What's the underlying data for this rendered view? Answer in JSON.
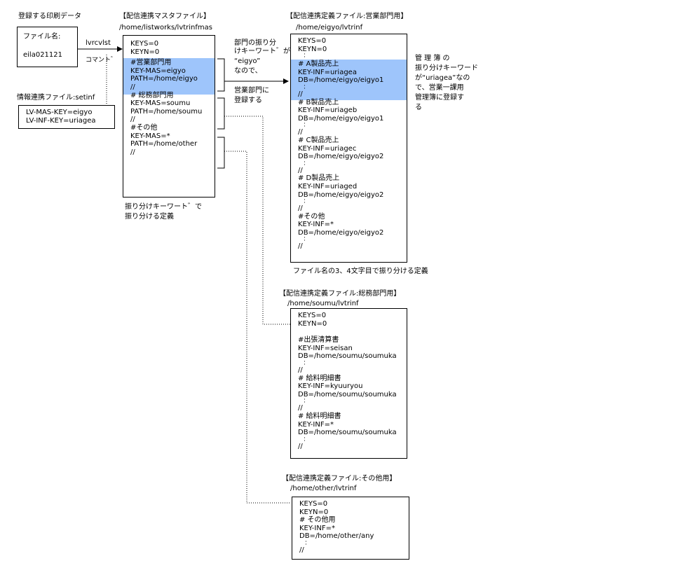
{
  "print_data": {
    "title": "登録する印刷データ",
    "filename_label": "ファイル名:",
    "filename_value": "eila021121",
    "command": "lvrcvlst",
    "comment": "コマント゛"
  },
  "info_file": {
    "title": "情報連携ファイル:setinf",
    "lines": [
      "LV-MAS-KEY=eigyo",
      "LV-INF-KEY=uriagea"
    ]
  },
  "master_file": {
    "title": "【配信連携マスタファイル】",
    "path": "/home/listworks/lvtrinfmas",
    "lines": [
      "KEYS=0",
      "KEYN=0",
      "#営業部門用",
      "KEY-MAS=eigyo",
      "PATH=/home/eigyo",
      "//",
      "# 総務部門用",
      "KEY-MAS=soumu",
      "PATH=/home/soumu",
      "//",
      "#その他",
      "KEY-MAS=*",
      "PATH=/home/other",
      "//"
    ],
    "caption": [
      "振り分けキーワート゛で",
      "振り分ける定義"
    ]
  },
  "annotation_dept": {
    "lines": [
      "部門の振り分",
      "けキーワート゛が、",
      "“eigyo”",
      "なので、"
    ],
    "lines2": [
      "営業部門に",
      "登録する"
    ]
  },
  "eigyo_file": {
    "title": "【配信連携定義ファイル:営業部門用】",
    "path": "/home/eigyo/lvtrinf",
    "header": [
      "KEYS=0",
      "KEYN=0"
    ],
    "groups": [
      {
        "lines": [
          "# A製品売上",
          "KEY-INF=uriagea",
          "DB=/home/eigyo/eigyo1"
        ]
      },
      {
        "lines": [
          "# B製品売上",
          "KEY-INF=uriageb",
          "DB=/home/eigyo/eigyo1"
        ]
      },
      {
        "lines": [
          "# C製品売上",
          "KEY-INF=uriagec",
          "DB=/home/eigyo/eigyo2"
        ]
      },
      {
        "lines": [
          "# D製品売上",
          "KEY-INF=uriaged",
          "DB=/home/eigyo/eigyo2"
        ]
      },
      {
        "lines": [
          "#その他",
          "KEY-INF=*",
          "DB=/home/eigyo/eigyo2"
        ]
      }
    ],
    "caption": "ファイル名の3、4文字目で振り分ける定義"
  },
  "annotation_mgmt": {
    "lines": [
      "管 理 簿 の",
      "振り分けキーワード",
      "が“uriagea”なの",
      "で、営業一課用",
      "管理簿に登録す",
      "る"
    ]
  },
  "soumu_file": {
    "title": "【配信連携定義ファイル:総務部門用】",
    "path": "/home/soumu/lvtrinf",
    "header": [
      "KEYS=0",
      "KEYN=0"
    ],
    "groups": [
      {
        "lines": [
          "#出張清算書",
          "KEY-INF=seisan",
          "DB=/home/soumu/soumuka"
        ]
      },
      {
        "lines": [
          "# 給料明細書",
          "KEY-INF=kyuuryou",
          "DB=/home/soumu/soumuka"
        ]
      },
      {
        "lines": [
          "# 給料明細書",
          "KEY-INF=*",
          "DB=/home/soumu/soumuka"
        ]
      }
    ]
  },
  "other_file": {
    "title": "【配信連携定義ファイル:その他用】",
    "path": "/home/other/lvtrinf",
    "lines": [
      "KEYS=0",
      "KEYN=0",
      "# その他用",
      "KEY-INF=*",
      "DB=/home/other/any",
      "",
      "//"
    ]
  },
  "sep": "//",
  "dots": "·<br>·"
}
